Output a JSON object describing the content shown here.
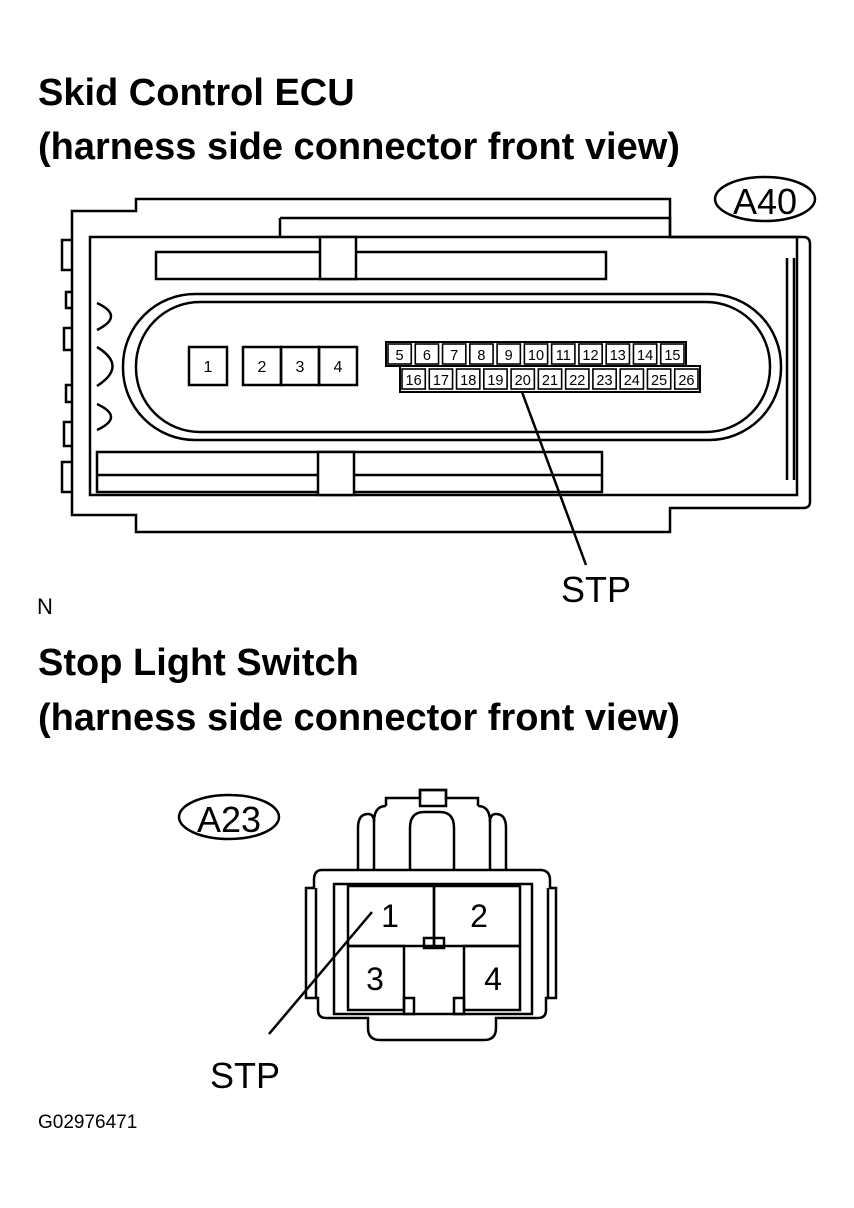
{
  "ecu_section": {
    "title": "Skid Control ECU",
    "subtitle": "(harness side connector front view)",
    "connector_tag": "A40",
    "pins_left": [
      "1",
      "2",
      "3",
      "4"
    ],
    "pins_top_row": [
      "5",
      "6",
      "7",
      "8",
      "9",
      "10",
      "11",
      "12",
      "13",
      "14",
      "15"
    ],
    "pins_bottom_row": [
      "16",
      "17",
      "18",
      "19",
      "20",
      "21",
      "22",
      "23",
      "24",
      "25",
      "26"
    ],
    "signal_label": "STP",
    "signal_pin": "20"
  },
  "note_letter": "N",
  "switch_section": {
    "title": "Stop Light Switch",
    "subtitle": "(harness side connector front view)",
    "connector_tag": "A23",
    "pins": [
      "1",
      "2",
      "3",
      "4"
    ],
    "signal_label": "STP",
    "signal_pin": "1"
  },
  "figure_id": "G02976471"
}
